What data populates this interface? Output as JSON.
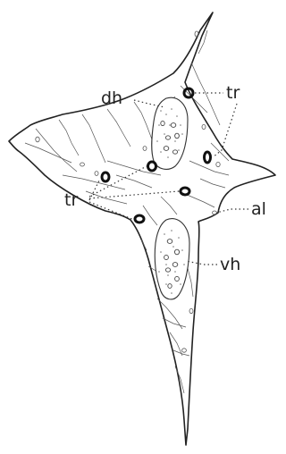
{
  "figure": {
    "labels": {
      "dh": "dh",
      "tr_upper": "tr",
      "tr_left": "tr",
      "al": "al",
      "vh": "vh"
    }
  }
}
